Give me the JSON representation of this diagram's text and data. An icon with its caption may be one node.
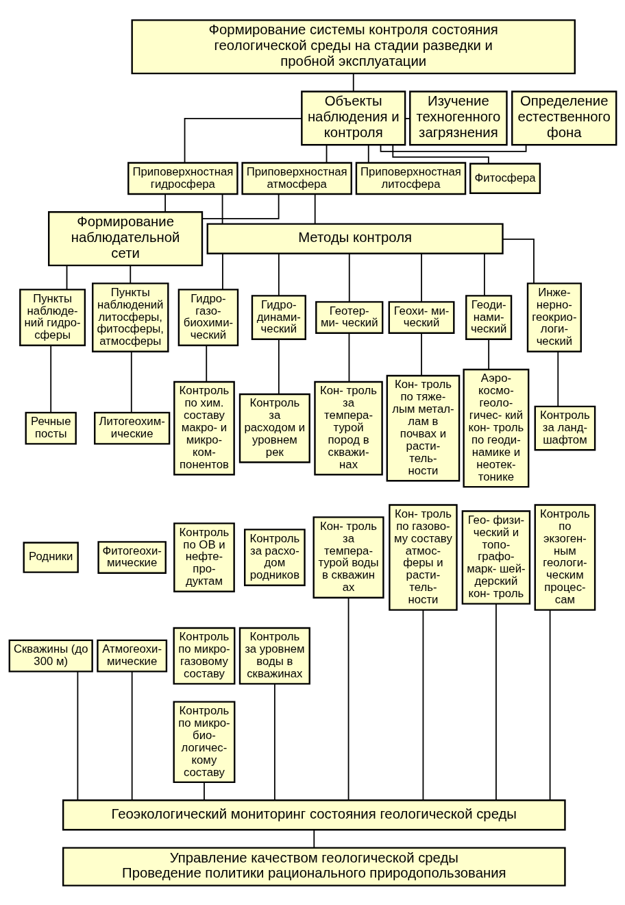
{
  "diagram": {
    "nodes": [
      {
        "text": [
          "Формирование системы контроля состояния геологической среды на стадии разведки и пробной эксплуатации"
        ]
      },
      {
        "text": [
          "Определение естественного фона"
        ]
      },
      {
        "text": [
          "Объекты наблюдения и контроля"
        ]
      },
      {
        "text": [
          "Изучение техногенного загрязнения"
        ]
      },
      {
        "text": [
          "Приповерхностная гидросфера"
        ]
      },
      {
        "text": [
          "Приповерхностная литосфера"
        ]
      },
      {
        "text": [
          "Фитосфера"
        ]
      },
      {
        "text": [
          "Приповерхностная атмосфера"
        ]
      },
      {
        "text": [
          "Формирование наблюдательной сети"
        ]
      },
      {
        "text": [
          "Методы контроля"
        ]
      },
      {
        "text": [
          "Пункты наблюде- ний гидро- сферы"
        ]
      },
      {
        "text": [
          "Пункты наблюдений литосферы, фитосферы, атмосферы"
        ]
      },
      {
        "text": [
          "Гидро- газо- биохими- ческий"
        ]
      },
      {
        "text": [
          "Гидро- динами- ческий"
        ]
      },
      {
        "text": [
          "Геотер- ми- ческий"
        ]
      },
      {
        "text": [
          "Геохи- ми- ческий"
        ]
      },
      {
        "text": [
          "Геоди- нами- ческий"
        ]
      },
      {
        "text": [
          "Инже- нерно- геокрио- логи- ческий"
        ]
      },
      {
        "text": [
          "Речные посты"
        ]
      },
      {
        "text": [
          "Литогеохим- ические"
        ]
      },
      {
        "text": [
          "Родники"
        ]
      },
      {
        "text": [
          "Фитогеохи- мические"
        ]
      },
      {
        "text": [
          "Скважины (до 300 м)"
        ]
      },
      {
        "text": [
          "Атмогеохи- мические"
        ]
      },
      {
        "text": [
          "Контроль по хим. составу макро- и микро- ком- понентов"
        ]
      },
      {
        "text": [
          "Контроль по ОВ и нефте- про- дуктам"
        ]
      },
      {
        "text": [
          "Контроль по микро- газовому составу"
        ]
      },
      {
        "text": [
          "Контроль по микро- био- логичес- кому составу"
        ]
      },
      {
        "text": [
          "Контроль за расходом и уровнем рек"
        ]
      },
      {
        "text": [
          "Контроль за расхо- дом родников"
        ]
      },
      {
        "text": [
          "Контроль за уровнем воды в скважинах"
        ]
      },
      {
        "text": [
          "Кон- троль за темпера- турой пород в скважи- нах"
        ]
      },
      {
        "text": [
          "Кон- троль за темпера- турой воды в скважин ах"
        ]
      },
      {
        "text": [
          "Кон- троль по тяже- лым метал- лам в почвах и расти- тель- ности"
        ]
      },
      {
        "text": [
          "Кон- троль по газово- му составу атмос- феры и расти- тель- ности"
        ]
      },
      {
        "text": [
          "Аэро- космо- геоло- гичес- кий кон- троль по геоди- намике и неотек- тонике"
        ]
      },
      {
        "text": [
          "Гео- физи- ческий и топо- графо- марк- шей- дерский кон- троль"
        ]
      },
      {
        "text": [
          "Контроль за ланд- шафтом"
        ]
      },
      {
        "text": [
          "Контроль по экзоген- ным геологи- ческим процес- сам"
        ]
      },
      {
        "text": [
          "Геоэкологический мониторинг состояния геологической среды"
        ]
      },
      {
        "text": [
          "Управление качеством геологической среды",
          "Проведение политики рационального природопользования"
        ]
      }
    ],
    "edges": [
      {
        "from": 0,
        "to": 2,
        "arrow": "none"
      },
      {
        "from": 1,
        "to": 2,
        "arrow": "none"
      },
      {
        "from": 2,
        "to": 3,
        "arrow": "none"
      },
      {
        "from": 2,
        "to": 4,
        "arrow": "none"
      },
      {
        "from": 2,
        "to": 5,
        "arrow": "none"
      },
      {
        "from": 2,
        "to": 6,
        "arrow": "none"
      },
      {
        "from": 2,
        "to": 7,
        "arrow": "none"
      },
      {
        "from": 4,
        "to": 8,
        "arrow": "none"
      },
      {
        "from": 4,
        "to": 9,
        "arrow": "none"
      },
      {
        "from": 7,
        "to": 8,
        "arrow": "none"
      },
      {
        "from": 7,
        "to": 9,
        "arrow": "none"
      },
      {
        "from": 8,
        "to": 10,
        "arrow": "none"
      },
      {
        "from": 8,
        "to": 11,
        "arrow": "none"
      },
      {
        "from": 9,
        "to": 12,
        "arrow": "none"
      },
      {
        "from": 9,
        "to": 13,
        "arrow": "none"
      },
      {
        "from": 9,
        "to": 14,
        "arrow": "none"
      },
      {
        "from": 9,
        "to": 15,
        "arrow": "none"
      },
      {
        "from": 9,
        "to": 16,
        "arrow": "none"
      },
      {
        "from": 9,
        "to": 17,
        "arrow": "none"
      },
      {
        "from": 10,
        "to": 18,
        "arrow": "none"
      },
      {
        "from": 11,
        "to": 19,
        "arrow": "none"
      },
      {
        "from": 12,
        "to": 24,
        "arrow": "none"
      },
      {
        "from": 13,
        "to": 28,
        "arrow": "none"
      },
      {
        "from": 14,
        "to": 31,
        "arrow": "none"
      },
      {
        "from": 15,
        "to": 33,
        "arrow": "none"
      },
      {
        "from": 16,
        "to": 35,
        "arrow": "none"
      },
      {
        "from": 17,
        "to": 37,
        "arrow": "none"
      },
      {
        "from": 22,
        "to": 39,
        "arrow": "none"
      },
      {
        "from": 23,
        "to": 39,
        "arrow": "none"
      },
      {
        "from": 27,
        "to": 39,
        "arrow": "none"
      },
      {
        "from": 30,
        "to": 39,
        "arrow": "none"
      },
      {
        "from": 32,
        "to": 39,
        "arrow": "none"
      },
      {
        "from": 34,
        "to": 39,
        "arrow": "none"
      },
      {
        "from": 36,
        "to": 39,
        "arrow": "none"
      },
      {
        "from": 38,
        "to": 39,
        "arrow": "none"
      },
      {
        "from": 39,
        "to": 40,
        "arrow": "none"
      }
    ]
  }
}
